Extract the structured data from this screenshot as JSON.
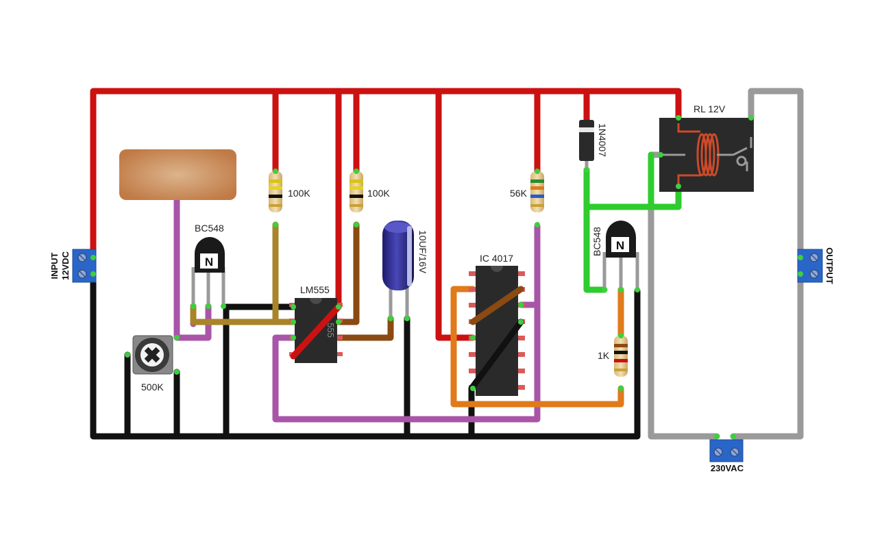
{
  "labels": {
    "input_line1": "INPUT",
    "input_line2": "12VDC",
    "output": "OUTPUT",
    "ac_supply": "230VAC",
    "relay": "RL 12V",
    "diode": "1N4007",
    "q1": "BC548",
    "q2": "BC548",
    "timer_ic": "LM555",
    "counter_ic": "IC 4017",
    "r1": "100K",
    "r2": "100K",
    "r3": "56K",
    "r4": "1K",
    "pot": "500K",
    "cap": "10UF/16V"
  },
  "colors": {
    "vcc": "#cc1111",
    "gnd": "#111111",
    "ac": "#9a9a9a",
    "purple": "#a855a8",
    "tan": "#a8842a",
    "brown": "#8a4a12",
    "orange": "#e07a1a",
    "green": "#2ecc2e",
    "terminal": "#2a66c8",
    "sensor": "#c98a55"
  }
}
